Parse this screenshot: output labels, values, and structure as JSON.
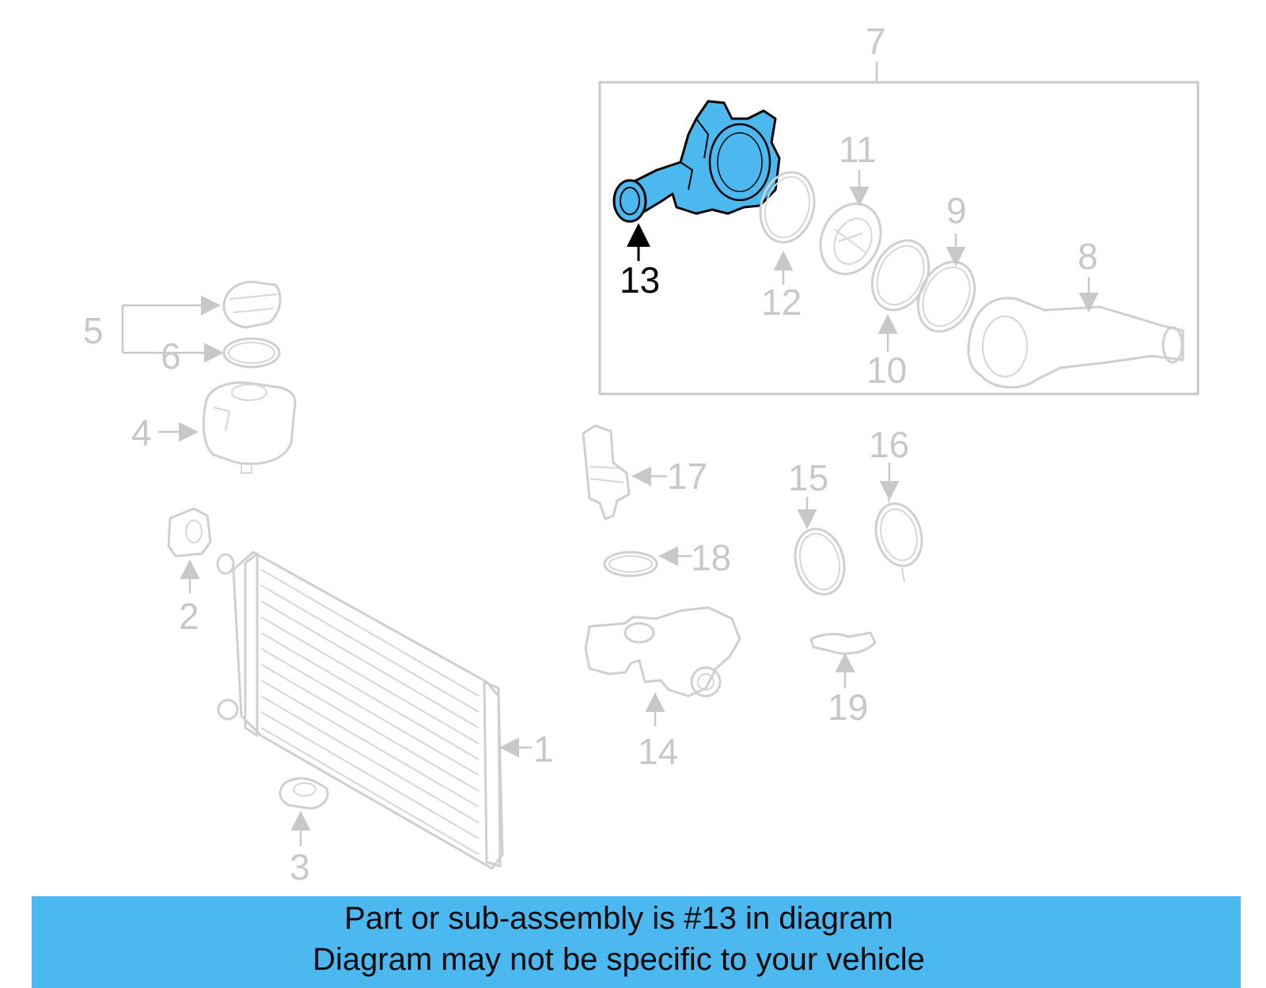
{
  "callouts": {
    "n1": "1",
    "n2": "2",
    "n3": "3",
    "n4": "4",
    "n5": "5",
    "n6": "6",
    "n7": "7",
    "n8": "8",
    "n9": "9",
    "n10": "10",
    "n11": "11",
    "n12": "12",
    "n13": "13",
    "n14": "14",
    "n15": "15",
    "n16": "16",
    "n17": "17",
    "n18": "18",
    "n19": "19"
  },
  "highlight_part": "13",
  "colors": {
    "highlight_fill": "#4cb8f0",
    "banner_bg": "#4cb8f0",
    "part_line": "#cfcfcf",
    "callout_text": "#c8c8c8"
  },
  "banner": {
    "line1": "Part or sub-assembly is #13 in diagram",
    "line2": "Diagram may not be specific to your vehicle"
  }
}
